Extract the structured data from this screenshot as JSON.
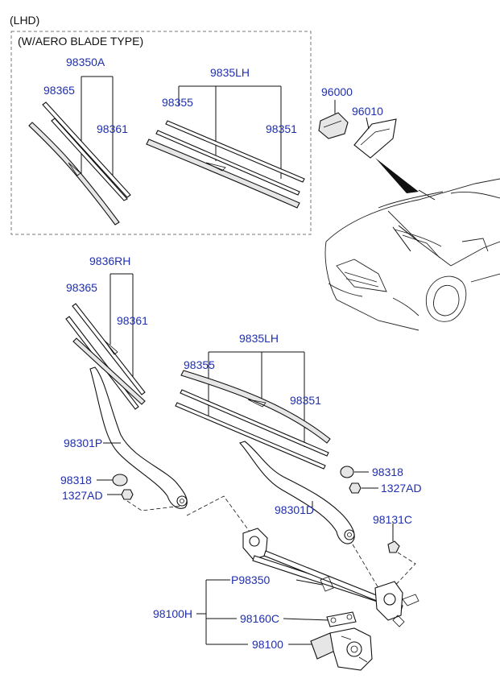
{
  "header": {
    "region": "(LHD)",
    "box_title": "(W/AERO BLADE TYPE)"
  },
  "parts": {
    "aero_group": "98350A",
    "aero_refill_a": "98365",
    "aero_refill_b": "98361",
    "aero_lh_group": "9835LH",
    "aero_lh_refill_a": "98355",
    "aero_lh_refill_b": "98351",
    "rain_sensor": "96000",
    "sensor_cover": "96010",
    "rh_group": "9836RH",
    "rh_refill_a": "98365",
    "rh_refill_b": "98361",
    "lh_group": "9835LH",
    "lh_refill_a": "98355",
    "lh_refill_b": "98351",
    "arm_rh": "98301P",
    "arm_lh": "98301D",
    "cap_left": "98318",
    "nut_left": "1327AD",
    "cap_right": "98318",
    "nut_right": "1327AD",
    "pivot_cap": "98131C",
    "linkage": "P98350",
    "assembly": "98100H",
    "crank_arm": "98160C",
    "motor": "98100"
  }
}
